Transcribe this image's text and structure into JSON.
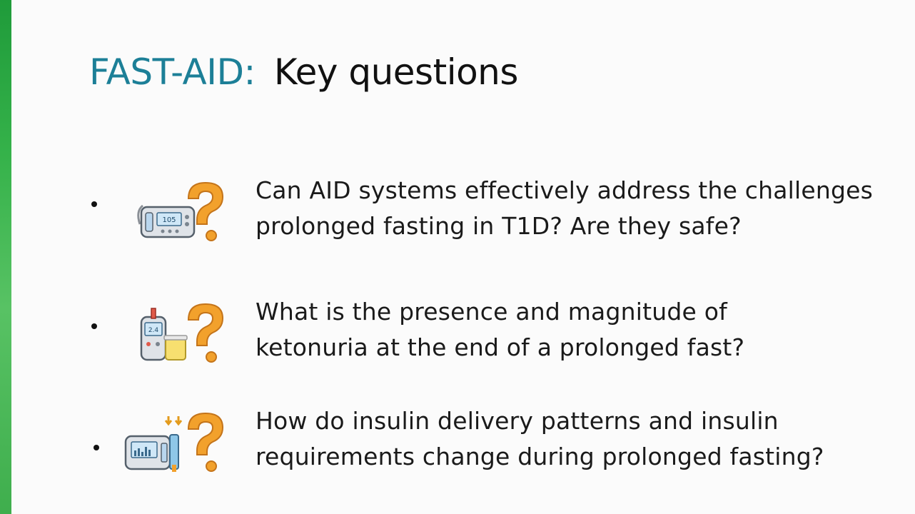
{
  "slide": {
    "title_accent": "FAST-AID:",
    "title_rest": "Key questions",
    "accent_color": "#1c7f97"
  },
  "questions": [
    {
      "icon": "insulin-pump-icon",
      "line1": "Can AID systems effectively address the challenges",
      "line2": "prolonged fasting in T1D? Are they safe?"
    },
    {
      "icon": "glucose-meter-icon",
      "line1": "What is the presence and magnitude of",
      "line2": "ketonuria at the end of a prolonged fast?"
    },
    {
      "icon": "pump-and-pen-icon",
      "line1": "How do insulin delivery patterns and insulin",
      "line2": "requirements change during prolonged fasting?"
    }
  ]
}
